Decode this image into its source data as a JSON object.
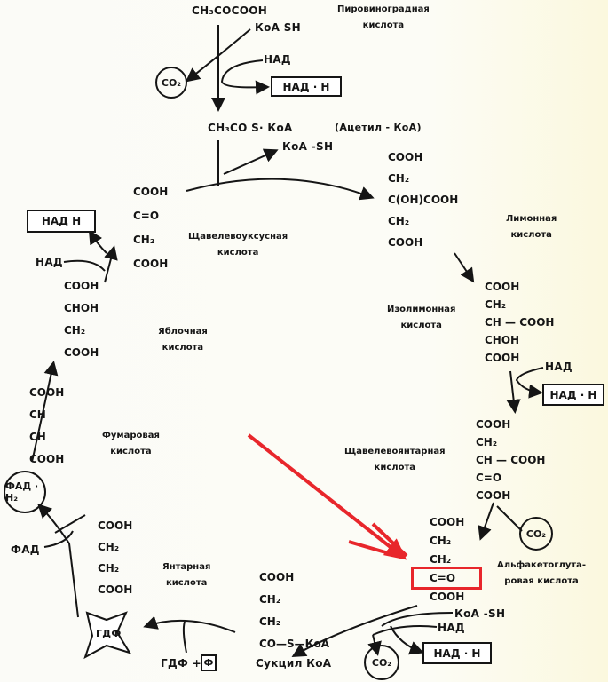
{
  "pyruvate": {
    "formula": "CH₃COCOOH",
    "name1": "Пировиноградная",
    "name2": "кислота",
    "coa_sh": "КоА  SH",
    "nad": "НАД",
    "nadh": "НАД · Н",
    "co2": "CO₂"
  },
  "acetyl": {
    "formula": "CH₃CO   S· КоА",
    "name": "(Ацетил - КоА)",
    "coa_sh": "КоА -SH"
  },
  "citric": {
    "lines": [
      "COOH",
      "CH₂",
      "C(OH)COOH",
      "CH₂",
      "COOH"
    ],
    "name1": "Лимонная",
    "name2": "кислота"
  },
  "isocitric": {
    "lines": [
      "COOH",
      "CH₂",
      "CH — COOH",
      "CHOH",
      "COOH"
    ],
    "name1": "Изолимонная",
    "name2": "кислота",
    "nad": "НАД",
    "nadh": "НАД · Н"
  },
  "oxalosuccinic": {
    "lines": [
      "COOH",
      "CH₂",
      "CH — COOH",
      "C=O",
      "COOH"
    ],
    "name1": "Щавелевоянтарная",
    "name2": "кислота",
    "co2": "CO₂"
  },
  "alphakg": {
    "lines": [
      "COOH",
      "CH₂",
      "CH₂",
      "C=O",
      "COOH"
    ],
    "name1": "Альфакетоглута-",
    "name2": "ровая кислота",
    "coa_sh": "КоА -SH",
    "nad": "НАД",
    "nadh": "НАД · Н",
    "co2": "CO₂"
  },
  "succinylcoa": {
    "lines": [
      "COOH",
      "CH₂",
      "CH₂",
      "CO—S—КоА"
    ],
    "name": "Сукцил КоА"
  },
  "succinic": {
    "lines": [
      "COOH",
      "CH₂",
      "CH₂",
      "COOH"
    ],
    "name1": "Янтарная",
    "name2": "кислота",
    "gdp": "ГДФ",
    "gdp_p": "ГДФ +",
    "phosphate": "Ф"
  },
  "fumaric": {
    "lines": [
      "COOH",
      "CH",
      "CH",
      "COOH"
    ],
    "name1": "Фумаровая",
    "name2": "кислота",
    "fad": "ФАД",
    "fadh2": "ФАД · Н₂"
  },
  "malic": {
    "lines": [
      "COOH",
      "CHOH",
      "CH₂",
      "COOH"
    ],
    "name1": "Яблочная",
    "name2": "кислота",
    "nad": "НАД",
    "nadh": "НАД  Н"
  },
  "oxaloacetic": {
    "lines": [
      "COOH",
      "C=O",
      "CH₂",
      "COOH"
    ],
    "name1": "Щавелевоуксусная",
    "name2": "кислота"
  },
  "highlight": {
    "color": "#e8262b"
  }
}
